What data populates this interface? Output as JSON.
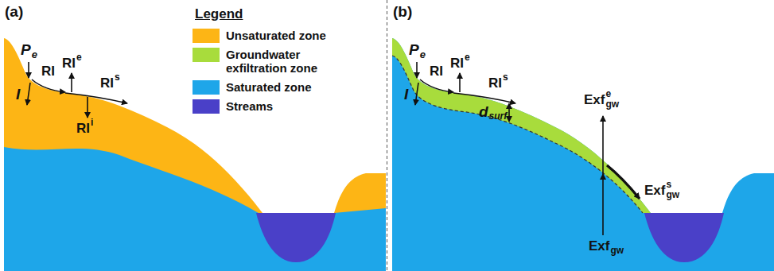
{
  "diagram": {
    "labels": [
      "(a)",
      "(b)",
      "Legend",
      "P",
      "e",
      "I",
      "RI",
      "RI",
      "e",
      "RI",
      "s",
      "RI",
      "i",
      "P",
      "e",
      "I",
      "RI",
      "RI",
      "e",
      "RI",
      "s",
      "Exf",
      "gw",
      "e",
      "d",
      "surf",
      "Exf",
      "gw",
      "s",
      "Exf",
      "gw"
    ],
    "legend": [
      {
        "text": "Unsaturated zone",
        "color": "#fdb515"
      },
      {
        "text": "Groundwater exfiltration zone",
        "color": "#a8dc3c"
      },
      {
        "text": "Saturated zone",
        "color": "#1ea6e9"
      },
      {
        "text": "Streams",
        "color": "#4a40c8"
      }
    ]
  }
}
